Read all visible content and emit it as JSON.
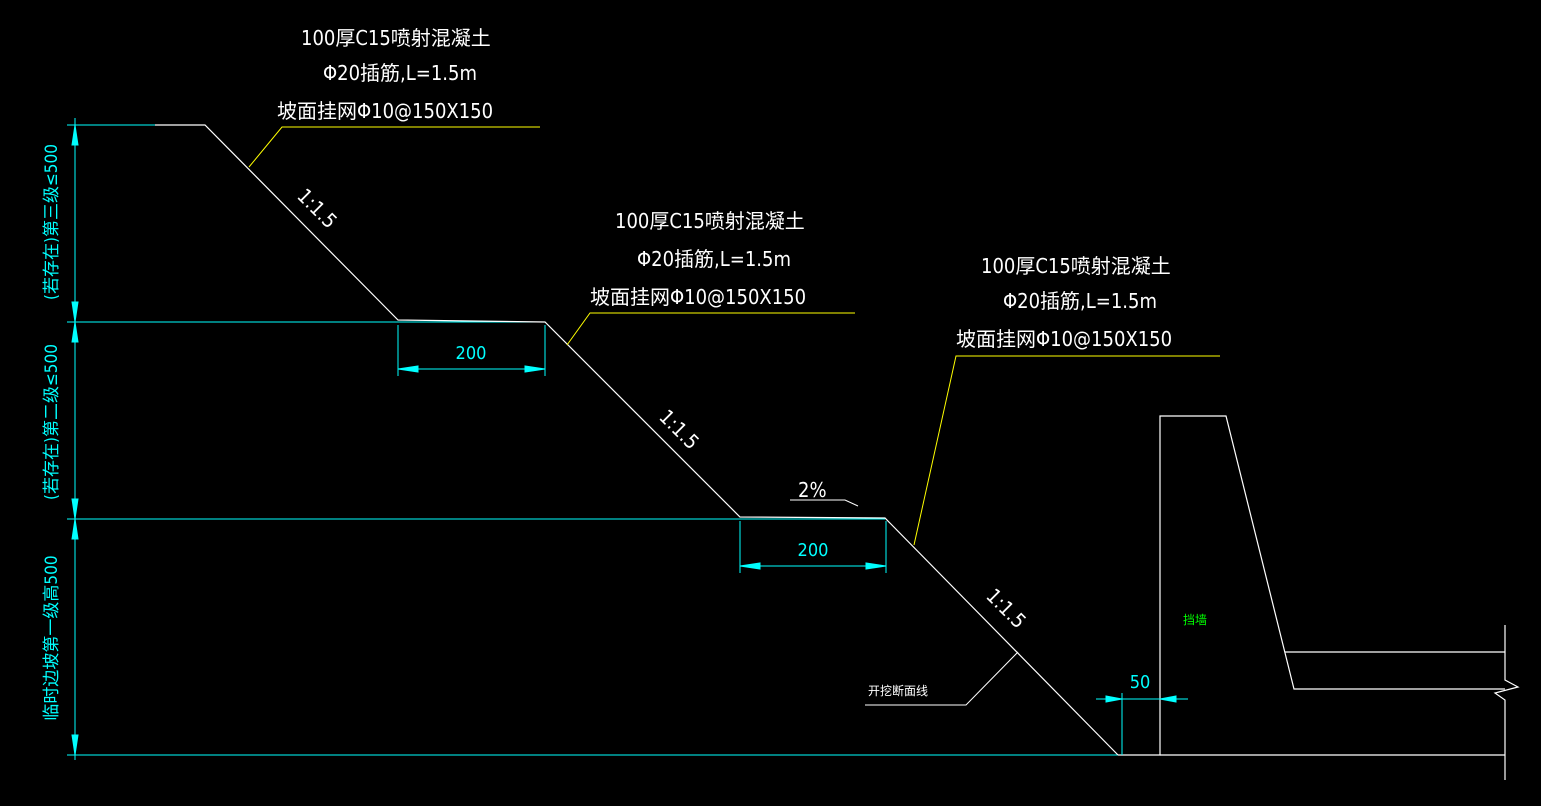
{
  "annotations": {
    "note1": {
      "line1": "100厚C15喷射混凝土",
      "line2": "Φ20插筋,L=1.5m",
      "line3": "坡面挂网Φ10@150X150"
    },
    "note2": {
      "line1": "100厚C15喷射混凝土",
      "line2": "Φ20插筋,L=1.5m",
      "line3": "坡面挂网Φ10@150X150"
    },
    "note3": {
      "line1": "100厚C15喷射混凝土",
      "line2": "Φ20插筋,L=1.5m",
      "line3": "坡面挂网Φ10@150X150"
    }
  },
  "slopes": {
    "s1": "1:1.5",
    "s2": "1:1.5",
    "s3": "1:1.5"
  },
  "dimensions": {
    "bench1": "200",
    "bench2": "200",
    "gap": "50"
  },
  "gradient": "2%",
  "levels": {
    "l3": "(若存在)第三级≤500",
    "l2": "(若存在)第二级≤500",
    "l1": "临时边坡第一级高500"
  },
  "labels": {
    "excavation": "开挖断面线",
    "wall": "挡墙"
  },
  "colors": {
    "background": "#000000",
    "line": "#ffffff",
    "dimension": "#00ffff",
    "leader": "#ffff00",
    "wall_label": "#00ff00"
  }
}
